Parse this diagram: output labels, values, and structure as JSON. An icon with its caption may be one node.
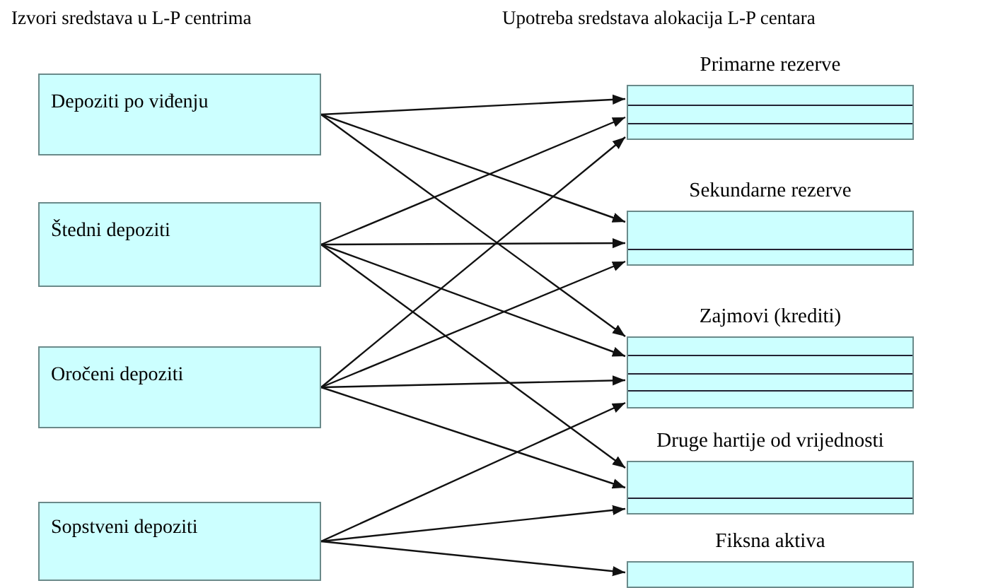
{
  "diagram": {
    "nodes": [
      {
        "text": [
          "Depoziti po viđenju"
        ]
      },
      {
        "text": [
          "Štedni depoziti"
        ]
      },
      {
        "text": [
          "Oročeni depoziti"
        ]
      },
      {
        "text": [
          "Sopstveni depoziti"
        ]
      },
      {
        "text": [
          "Primarne rezerve"
        ]
      },
      {
        "text": [
          "Sekundarne rezerve"
        ]
      },
      {
        "text": [
          "Zajmovi (krediti)"
        ]
      },
      {
        "text": [
          "Druge hartije od vrijednosti"
        ]
      },
      {
        "text": [
          "Fiksna aktiva"
        ]
      }
    ],
    "edges": [
      {
        "from": 0,
        "to": 4,
        "arrow": "to"
      },
      {
        "from": 0,
        "to": 5,
        "arrow": "to"
      },
      {
        "from": 0,
        "to": 6,
        "arrow": "to"
      },
      {
        "from": 1,
        "to": 4,
        "arrow": "to"
      },
      {
        "from": 1,
        "to": 5,
        "arrow": "to"
      },
      {
        "from": 1,
        "to": 6,
        "arrow": "to"
      },
      {
        "from": 1,
        "to": 7,
        "arrow": "to"
      },
      {
        "from": 2,
        "to": 4,
        "arrow": "to"
      },
      {
        "from": 2,
        "to": 5,
        "arrow": "to"
      },
      {
        "from": 2,
        "to": 6,
        "arrow": "to"
      },
      {
        "from": 2,
        "to": 7,
        "arrow": "to"
      },
      {
        "from": 3,
        "to": 6,
        "arrow": "to"
      },
      {
        "from": 3,
        "to": 7,
        "arrow": "to"
      },
      {
        "from": 3,
        "to": 8,
        "arrow": "to"
      }
    ],
    "labels": [
      "Izvori sredstava u L-P centrima",
      "Upotreba sredstava alokacija L-P centara"
    ]
  }
}
